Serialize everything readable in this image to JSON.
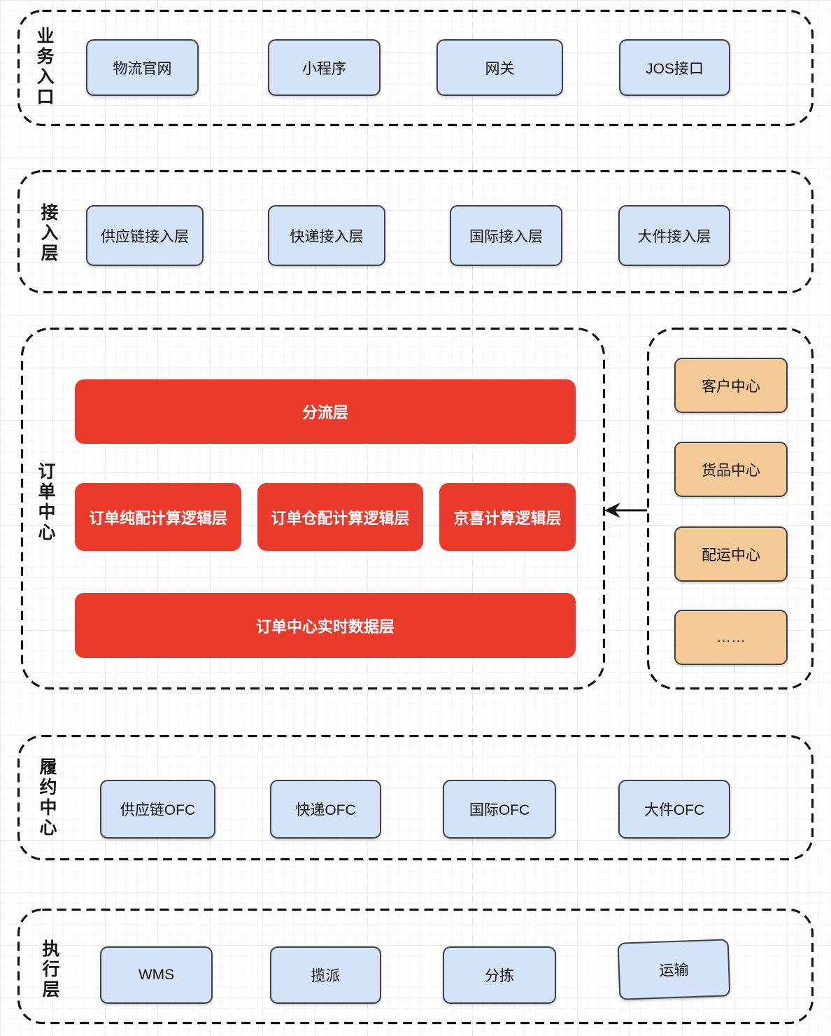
{
  "diagram": {
    "arrow": {
      "from": "support_centers",
      "to": "order_center",
      "direction": "left"
    },
    "colors": {
      "blue_box_fill": "#d4e3f8",
      "orange_box_fill": "#f6ca97",
      "red_box_fill": "#e93a2b",
      "box_border": "#3e4247",
      "dashed_border": "#141414"
    },
    "sections": {
      "business_entry": {
        "label": "业务入口",
        "boxes": [
          "物流官网",
          "小程序",
          "网关",
          "JOS接口"
        ]
      },
      "access_layer": {
        "label": "接入层",
        "boxes": [
          "供应链接入层",
          "快递接入层",
          "国际接入层",
          "大件接入层"
        ]
      },
      "order_center": {
        "label": "订单中心",
        "top_box": "分流层",
        "middle_boxes": [
          "订单纯配计算逻辑层",
          "订单仓配计算逻辑层",
          "京喜计算逻辑层"
        ],
        "bottom_box": "订单中心实时数据层"
      },
      "support_centers": {
        "boxes": [
          "客户中心",
          "货品中心",
          "配运中心",
          "……"
        ]
      },
      "fulfillment_center": {
        "label": "履约中心",
        "boxes": [
          "供应链OFC",
          "快递OFC",
          "国际OFC",
          "大件OFC"
        ]
      },
      "execution_layer": {
        "label": "执行层",
        "boxes": [
          "WMS",
          "揽派",
          "分拣",
          "运输"
        ]
      }
    }
  }
}
